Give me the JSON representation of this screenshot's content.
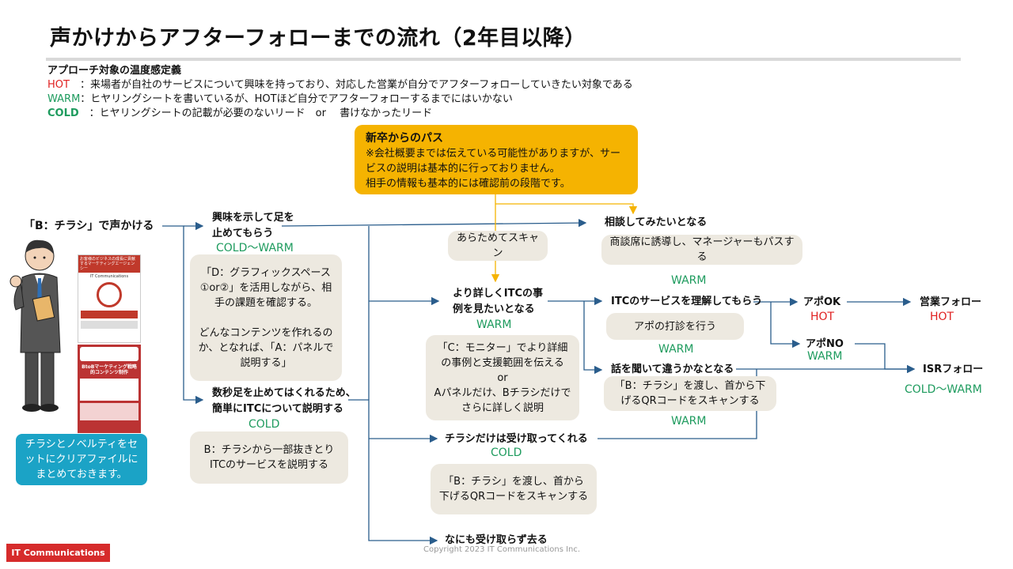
{
  "title": "声かけからアフターフォローまでの流れ（2年目以降）",
  "definitions": {
    "heading": "アプローチ対象の温度感定義",
    "hot_key": "HOT",
    "hot_text": "　：来場者が自社のサービスについて興味を持っており、対応した営業が自分でアフターフォローしていきたい対象である",
    "warm_key": "WARM",
    "warm_text": "：ヒヤリングシートを書いているが、HOTほど自分でアフターフォローするまでにはいかない",
    "cold_key": "COLD",
    "cold_text": "　：ヒヤリングシートの記載が必要のないリード　or　 書けなかったリード"
  },
  "colors": {
    "warm": "#1e9b5e",
    "hot": "#e02020",
    "yellow": "#f5b301",
    "teal": "#1ba3c6",
    "brand": "#d62b2b",
    "line": "#2a5d8c"
  },
  "icons": {
    "person": "businessman-illustration",
    "flyer": "flyer-thumbnails"
  },
  "newgrad": {
    "title": "新卒からのパス",
    "body": "※会社概要までは伝えている可能性がありますが、サービスの説明は基本的に行っておりません。\n相手の情報も基本的には確認前の段階です。"
  },
  "start_label": "「B：チラシ」で声かける",
  "flyer": {
    "page1_title": "お客様のビジネスの成長に貢献するマーケティングエージェンシー",
    "page1_brand": "IT Communications",
    "page2_title": "BtoBマーケティング戦略的コンテンツ制作"
  },
  "teal_box": "チラシとノベルティをセットにクリアファイルにまとめておきます。",
  "stop_interest": {
    "label": "興味を示して足を\n止めてもらう",
    "temp": "COLD～WARM"
  },
  "box_graphics": "「D：グラフィックスペース①or②」を活用しながら、相手の課題を確認する。\n\nどんなコンテンツを作れるのか、となれば、「A：パネルで説明する」",
  "stop_brief": {
    "label": "数秒足を止めてはくれるため、\n簡単にITCについて説明する",
    "temp": "COLD"
  },
  "box_excerpt": "B：チラシから一部抜きとり\nITCのサービスを説明する",
  "rescan": "あらためてスキャン",
  "consult": {
    "label": "相談してみたいとなる",
    "box": "商談席に誘導し、マネージャーもパスする",
    "temp": "WARM"
  },
  "detail": {
    "label": "より詳しくITCの事\n例を見たいとなる",
    "temp": "WARM",
    "box": "「C：モニター」でより詳細の事例と支援範囲を伝える\nor\nAパネルだけ、Bチラシだけでさらに詳しく説明"
  },
  "understand": {
    "label": "ITCのサービスを理解してもらう",
    "box": "アポの打診を行う",
    "temp": "WARM"
  },
  "different": {
    "label": "話を聞いて違うかなとなる",
    "box": "「B：チラシ」を渡し、首から下げるQRコードをスキャンする",
    "temp": "WARM"
  },
  "apo_ok": {
    "label": "アポOK",
    "temp": "HOT"
  },
  "apo_no": {
    "label": "アポNO",
    "temp": "WARM"
  },
  "sales_follow": {
    "label": "営業フォロー",
    "temp": "HOT"
  },
  "isr_follow": {
    "label": "ISRフォロー",
    "temp": "COLD～WARM"
  },
  "flyer_only": {
    "label": "チラシだけは受け取ってくれる",
    "temp": "COLD",
    "box": "「B：チラシ」を渡し、首から下げるQRコードをスキャンする"
  },
  "nothing": "なにも受け取らず去る",
  "brand": "IT Communications",
  "copyright": "Copyright 2023 IT Communications Inc."
}
